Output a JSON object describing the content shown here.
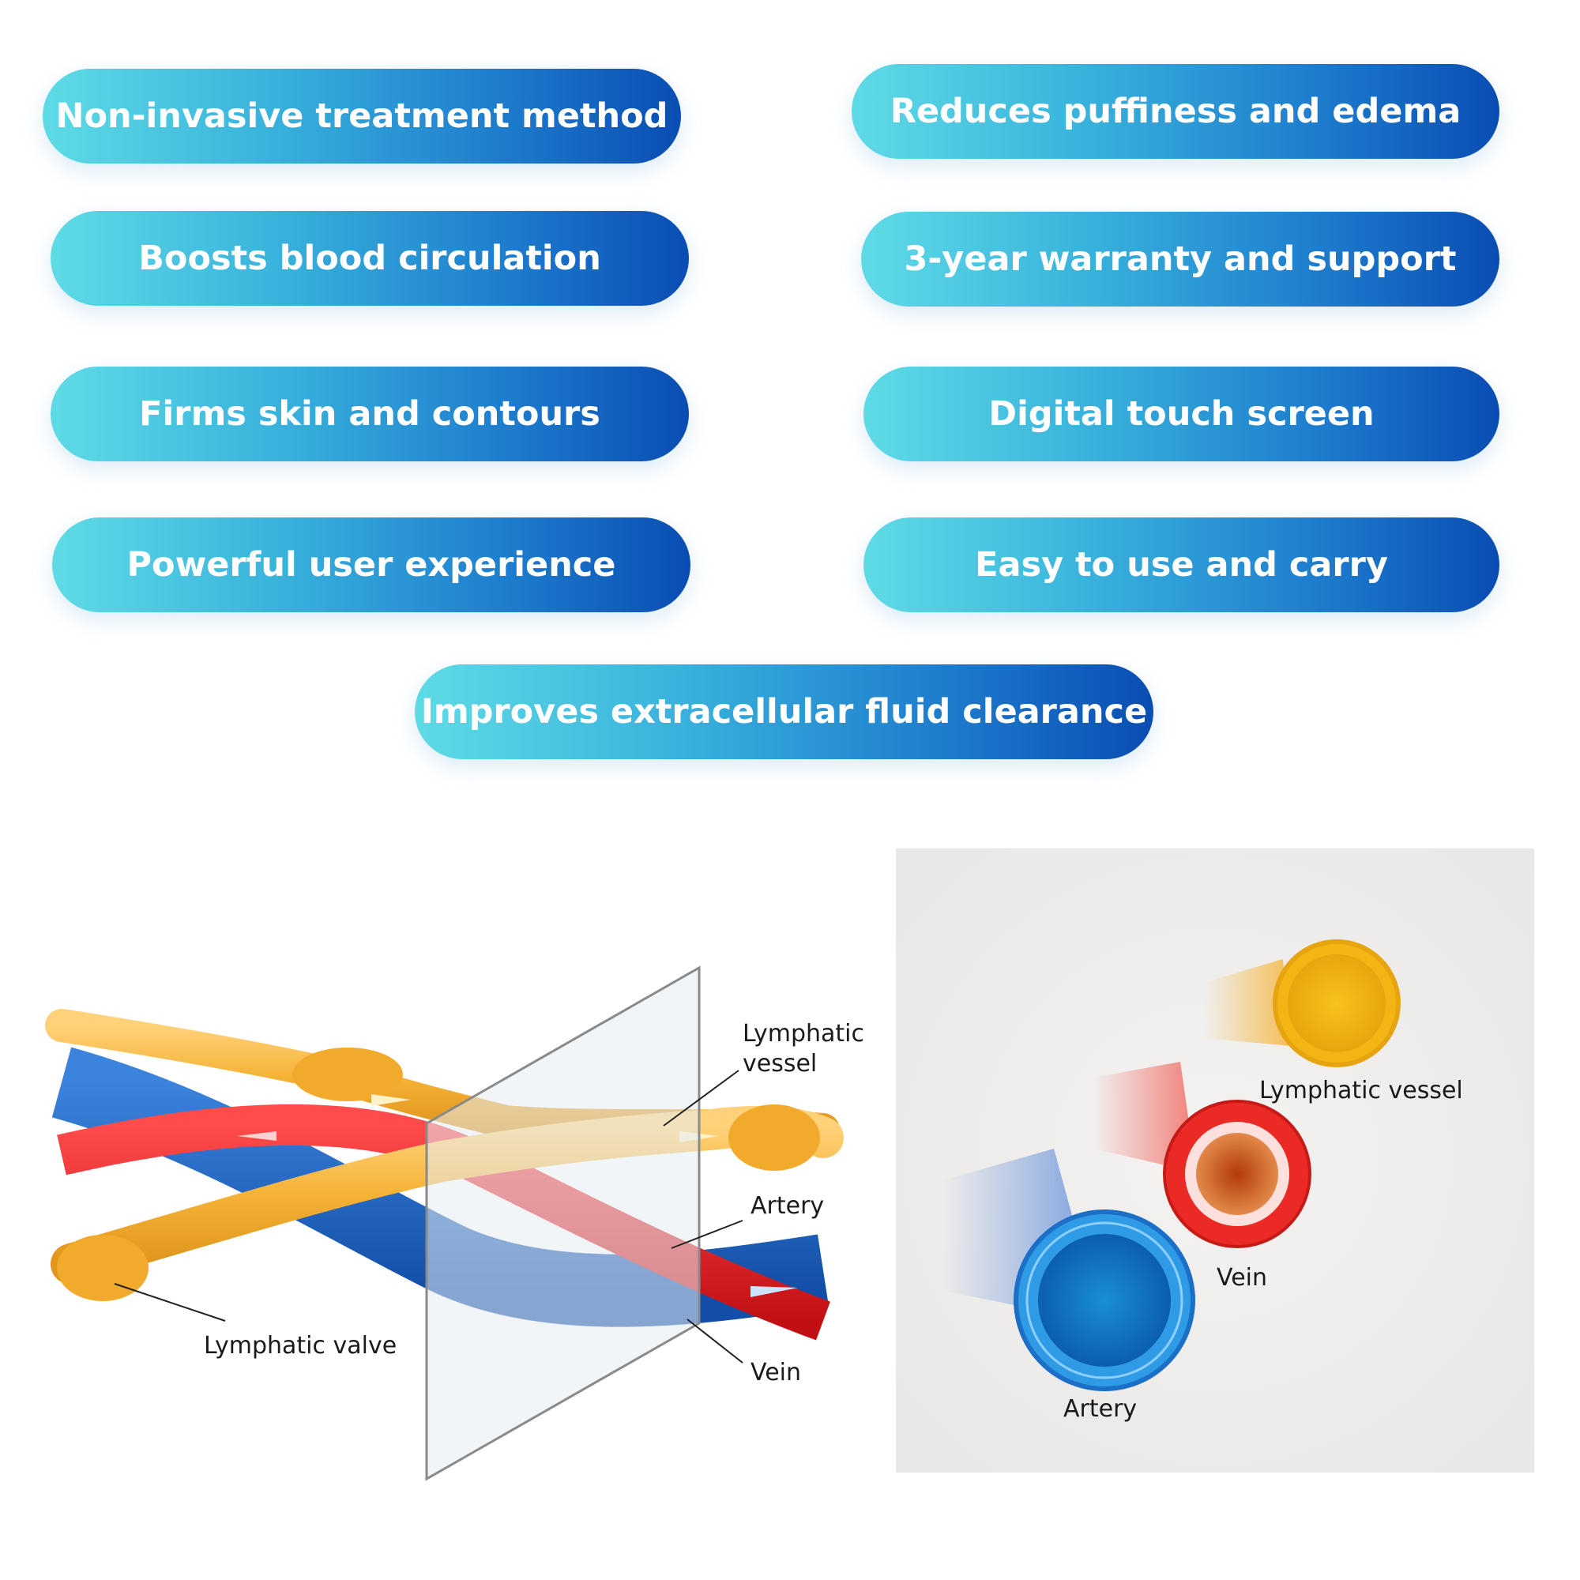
{
  "features": [
    "Non-invasive treatment method",
    "Reduces puffiness and edema",
    "Boosts blood circulation",
    "3-year warranty and support",
    "Firms skin and contours",
    "Digital touch screen",
    "Powerful user experience",
    "Easy to use and carry",
    "Improves extracellular fluid clearance"
  ],
  "left_diagram": {
    "lymphatic_vessel_line1": "Lymphatic",
    "lymphatic_vessel_line2": "vessel",
    "artery": "Artery",
    "vein": "Vein",
    "lymphatic_valve": "Lymphatic valve"
  },
  "right_diagram": {
    "lymphatic_vessel": "Lymphatic vessel",
    "vein": "Vein",
    "artery": "Artery"
  },
  "colors": {
    "lymph": "#f5b236",
    "artery_red": "#e4161d",
    "vein_blue": "#1d63c4",
    "pill_start": "#5fdbe6",
    "pill_end": "#0a4db3"
  }
}
